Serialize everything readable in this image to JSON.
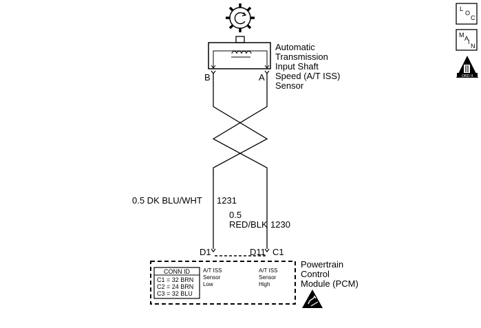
{
  "sensor": {
    "name_lines": [
      "Automatic",
      "Transmission",
      "Input Shaft",
      "Speed (A/T ISS)",
      "Sensor"
    ],
    "pin_b": "B",
    "pin_a": "A"
  },
  "wires": {
    "left": {
      "label": "0.5 DK BLU/WHT",
      "circuit": "1231"
    },
    "right": {
      "label_line1": "0.5",
      "label_line2": "RED/BLK",
      "circuit": "1230"
    }
  },
  "pcm": {
    "pin_left": "D1",
    "pin_right": "D11",
    "connector": "C1",
    "name_lines": [
      "Powertrain",
      "Control",
      "Module (PCM)"
    ],
    "left_terminal_desc": [
      "A/T ISS",
      "Sensor",
      "Low"
    ],
    "right_terminal_desc": [
      "A/T ISS",
      "Sensor",
      "High"
    ],
    "conn_table": {
      "header": "CONN ID",
      "rows": [
        "C1 = 32 BRN",
        "C2 = 24 BRN",
        "C3 = 32 BLU"
      ]
    }
  },
  "side_icons": {
    "loc": [
      "L",
      "O",
      "C"
    ],
    "main": [
      "M",
      "A",
      "I",
      "N"
    ],
    "obd": "OBD II"
  },
  "icons": [
    "gear-rotation-icon",
    "coil-icon",
    "esd-warning-icon",
    "loc-icon",
    "main-icon",
    "obd-ii-icon"
  ]
}
